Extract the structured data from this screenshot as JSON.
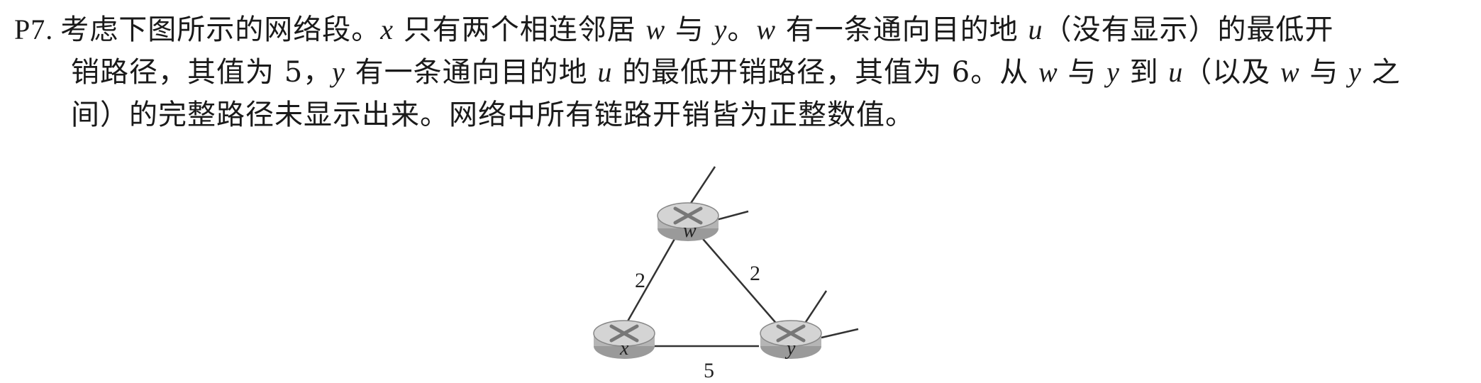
{
  "problem": {
    "number": "P7.",
    "line1": [
      {
        "t": "考虑下图所示的网络段。"
      },
      {
        "t": "x",
        "v": true
      },
      {
        "t": " 只有两个相连邻居 "
      },
      {
        "t": "w",
        "v": true
      },
      {
        "t": " 与 "
      },
      {
        "t": "y",
        "v": true
      },
      {
        "t": "。"
      },
      {
        "t": "w",
        "v": true
      },
      {
        "t": " 有一条通向目的地 "
      },
      {
        "t": "u",
        "v": true
      },
      {
        "t": "（没有显示）的最低开"
      }
    ],
    "line2": [
      {
        "t": "销路径，其值为 5，"
      },
      {
        "t": "y",
        "v": true
      },
      {
        "t": " 有一条通向目的地 "
      },
      {
        "t": "u",
        "v": true
      },
      {
        "t": " 的最低开销路径，其值为 6。从 "
      },
      {
        "t": "w",
        "v": true
      },
      {
        "t": " 与 "
      },
      {
        "t": "y",
        "v": true
      },
      {
        "t": " 到 "
      },
      {
        "t": "u",
        "v": true
      },
      {
        "t": "（以及 "
      },
      {
        "t": "w",
        "v": true
      },
      {
        "t": " 与 "
      },
      {
        "t": "y",
        "v": true
      },
      {
        "t": " 之"
      }
    ],
    "line3": [
      {
        "t": "间）的完整路径未显示出来。网络中所有链路开销皆为正整数值。"
      }
    ]
  },
  "figure": {
    "nodes": [
      {
        "id": "w",
        "label": "w"
      },
      {
        "id": "x",
        "label": "x"
      },
      {
        "id": "y",
        "label": "y"
      }
    ],
    "edges": [
      {
        "from": "w",
        "to": "x",
        "cost": "2"
      },
      {
        "from": "w",
        "to": "y",
        "cost": "2"
      },
      {
        "from": "x",
        "to": "y",
        "cost": "5"
      }
    ],
    "colors": {
      "router_fill": "#cfcfcf",
      "router_dark": "#9a9a9a",
      "line": "#333333"
    }
  }
}
